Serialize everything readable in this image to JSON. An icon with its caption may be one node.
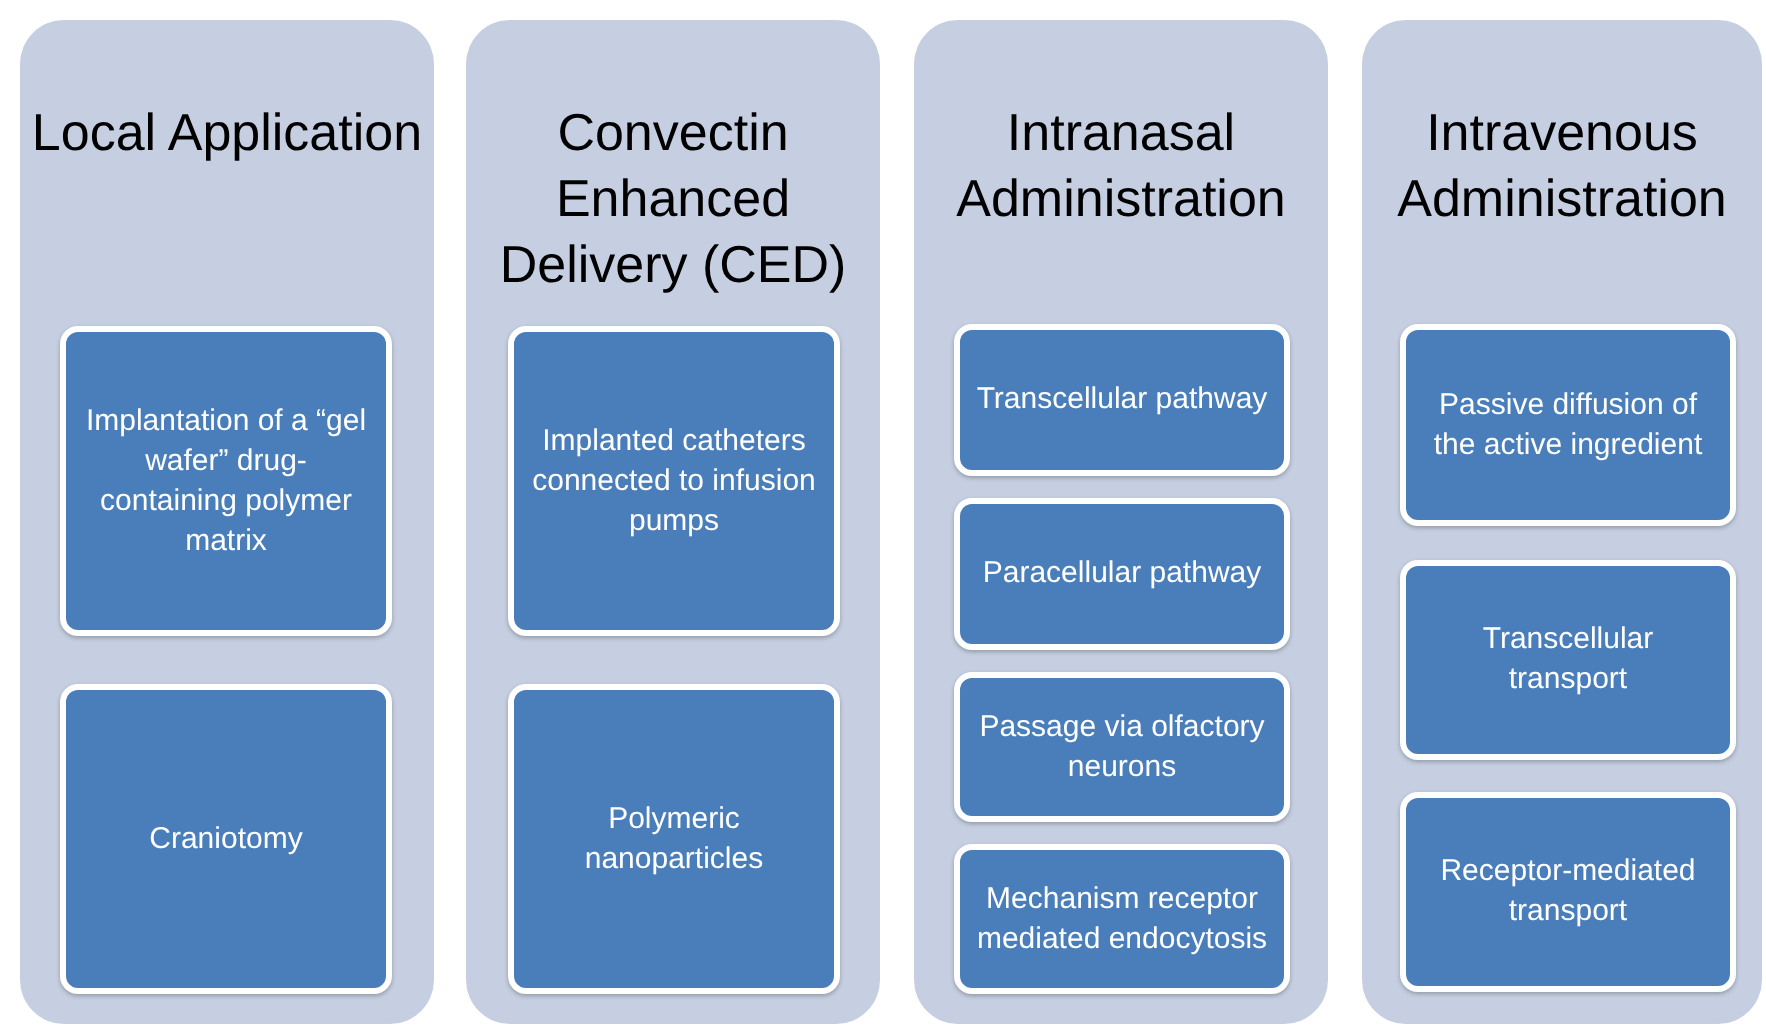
{
  "diagram": {
    "nodes": [
      {
        "text": [
          "Local Application"
        ]
      },
      {
        "text": [
          "Implantation of a “gel wafer” drug-containing polymer matrix"
        ],
        "in": 0
      },
      {
        "text": [
          "Craniotomy"
        ],
        "in": 0
      },
      {
        "text": [
          "Convectin Enhanced Delivery (CED)"
        ]
      },
      {
        "text": [
          "Implanted catheters connected to infusion pumps"
        ],
        "in": 3
      },
      {
        "text": [
          "Polymeric nanoparticles"
        ],
        "in": 3
      },
      {
        "text": [
          "Intranasal Administration"
        ]
      },
      {
        "text": [
          "Transcellular pathway"
        ],
        "in": 6
      },
      {
        "text": [
          "Paracellular pathway"
        ],
        "in": 6
      },
      {
        "text": [
          "Passage via olfactory neurons"
        ],
        "in": 6
      },
      {
        "text": [
          "Mechanism receptor mediated endocytosis"
        ],
        "in": 6
      },
      {
        "text": [
          "Intravenous Administration"
        ]
      },
      {
        "text": [
          "Passive diffusion of the active ingredient"
        ],
        "in": 11
      },
      {
        "text": [
          "Transcellular transport"
        ],
        "in": 11
      },
      {
        "text": [
          "Receptor-mediated transport"
        ],
        "in": 11
      }
    ]
  }
}
